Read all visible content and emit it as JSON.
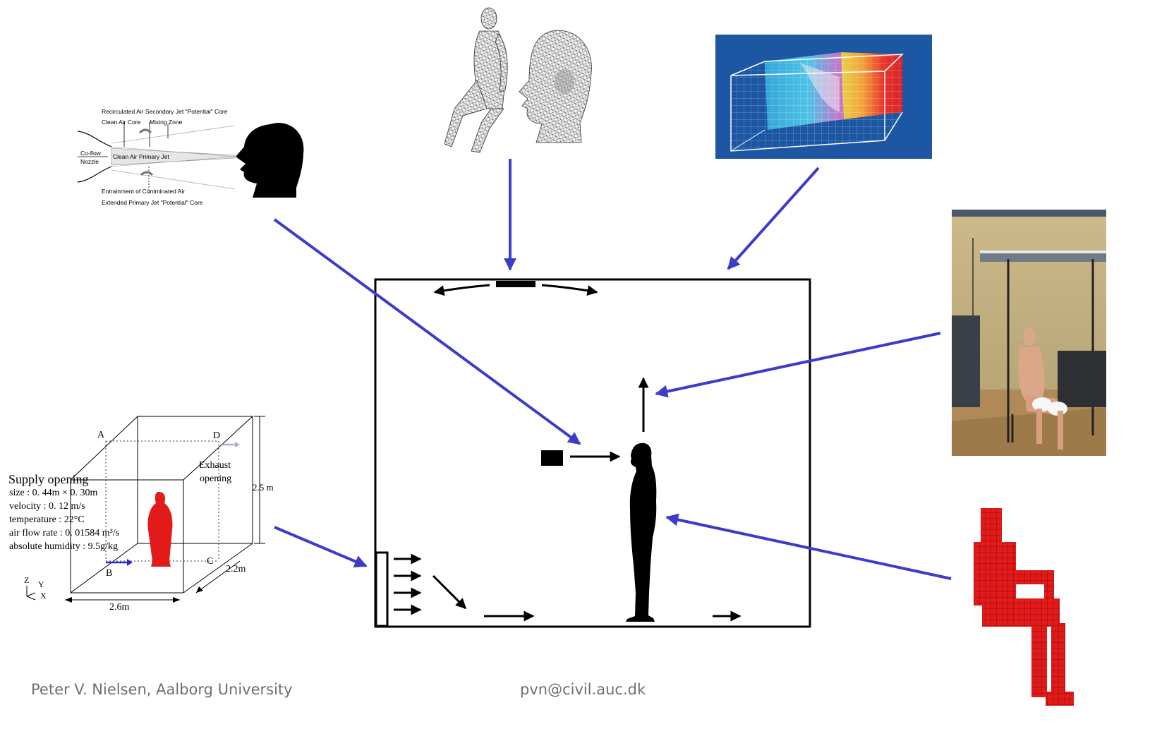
{
  "colors": {
    "connector_arrow": "#3c3cc8",
    "mannequin_red": "#e21a1a",
    "room_line": "#000000",
    "cfd_background": "#1d57a3"
  },
  "jet_diagram": {
    "label_secondary_core": "Recirculated Air Secondary Jet \"Potential\" Core",
    "label_clean_core": "Clean Air Core",
    "label_mixing_zone": "Mixing Zone",
    "label_coflow": "Co-flow",
    "label_nozzle": "Nozzle",
    "label_primary_jet": "Clean Air Primary Jet",
    "label_entrainment": "Entrainment of Contminated Air",
    "label_extended_core": "Extended Primary Jet \"Potential\" Core"
  },
  "room_box_diagram": {
    "label_a": "A",
    "label_b": "B",
    "label_c": "C",
    "label_d": "D",
    "exhaust_line1": "Exhaust",
    "exhaust_line2": "opening",
    "height_dim": "2.5 m",
    "depth_dim": "2.2m",
    "width_dim": "2.6m",
    "supply_title": "Supply opening",
    "supply_size": "size : 0. 44m × 0. 30m",
    "supply_velocity": "velocity : 0. 12 m/s",
    "supply_temperature": "temperature : 22°C",
    "supply_airflow": "air flow rate : 0. 01584 m³/s",
    "supply_humidity": "absolute humidity : 9.5g/kg",
    "axis_z": "Z",
    "axis_y": "Y",
    "axis_x": "X"
  },
  "footer": {
    "author": "Peter V. Nielsen, Aalborg University",
    "email": "pvn@civil.auc.dk"
  }
}
